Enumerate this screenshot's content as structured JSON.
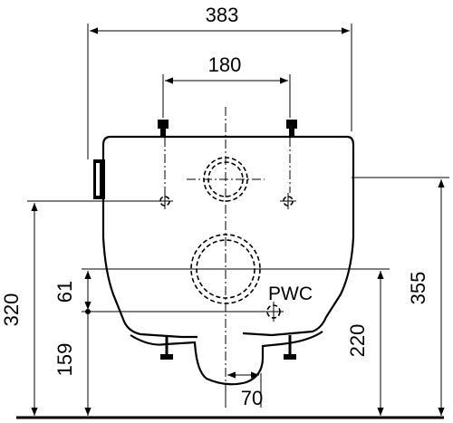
{
  "drawing": {
    "dimensions": {
      "overall_width": "383",
      "connection_spacing": "180",
      "bolt_height": "320",
      "pwc_offset": "61",
      "pwc_height": "159",
      "top_height": "355",
      "waste_height": "220",
      "waste_offset": "70"
    },
    "labels": {
      "pwc": "PWC"
    }
  }
}
